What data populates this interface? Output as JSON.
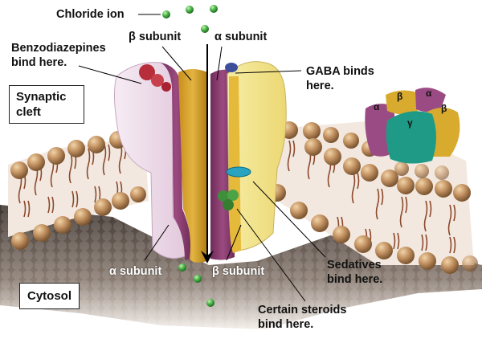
{
  "diagram": {
    "title": "GABA-A receptor chloride channel",
    "labels": {
      "chloride_ion": "Chloride ion",
      "beta_subunit_top": "β subunit",
      "alpha_subunit_top": "α subunit",
      "benzodiazepines": [
        "Benzodiazepines",
        "bind here."
      ],
      "gaba": [
        "GABA binds",
        "here."
      ],
      "synaptic_cleft": [
        "Synaptic",
        "cleft"
      ],
      "alpha_subunit_bottom": "α subunit",
      "beta_subunit_bottom": "β subunit",
      "sedatives": [
        "Sedatives",
        "bind here."
      ],
      "steroids": [
        "Certain steroids",
        "bind here."
      ],
      "cytosol": "Cytosol"
    },
    "inset_subunits": [
      "α",
      "β",
      "α",
      "β",
      "γ"
    ],
    "colors": {
      "alpha_subunit": "#8e3f72",
      "beta_subunit": "#d9a629",
      "alpha_light": "#eedaea",
      "beta_light": "#f2e59a",
      "gamma_subunit": "#1f9a86",
      "chloride_ion": "#4cb848",
      "lipid_head": "#b98a55",
      "lipid_tail": "#8b4a2e",
      "membrane_core": "#f3e8df",
      "cytosol_surface": "#6e625a",
      "benzodiazepine_site": "#b82d3a",
      "gaba_site": "#3d4f9a",
      "sedative_site": "#2aa3c0",
      "steroid_site": "#3e8f3a"
    }
  }
}
